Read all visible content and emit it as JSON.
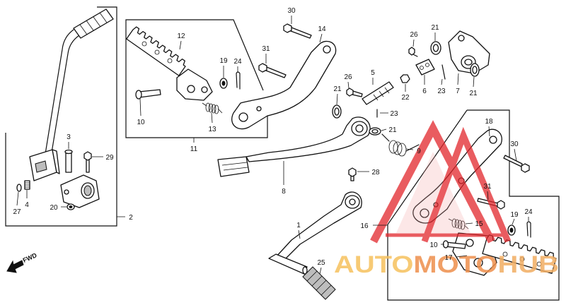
{
  "diagram": {
    "callouts": [
      "30",
      "14",
      "12",
      "31",
      "19",
      "24",
      "26",
      "21",
      "5",
      "26",
      "22",
      "6",
      "23",
      "7",
      "21",
      "21",
      "23",
      "10",
      "13",
      "21",
      "18",
      "9",
      "30",
      "3",
      "29",
      "11",
      "28",
      "8",
      "31",
      "4",
      "27",
      "20",
      "2",
      "19",
      "24",
      "1",
      "16",
      "15",
      "10",
      "17",
      "25"
    ]
  },
  "direction_indicator": {
    "label": "FWD",
    "icon": "arrow-left-icon"
  },
  "watermark": {
    "parts": [
      "AUTO",
      "MOTO",
      "HUB"
    ],
    "colors": {
      "auto": "#f6c15e",
      "moto": "#ee8f4c",
      "hub": "#f2ad62",
      "logo": "#e2262b",
      "logo_fill": "#f4a3a3"
    }
  }
}
